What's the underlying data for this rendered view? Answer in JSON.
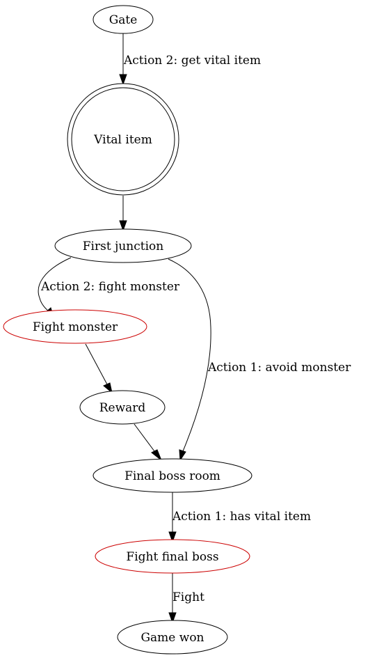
{
  "diagram": {
    "nodes": [
      {
        "id": "gate",
        "label": "Gate",
        "shape": "ellipse",
        "border_color": "#000000"
      },
      {
        "id": "vital",
        "label": "Vital item",
        "shape": "double-circle",
        "border_color": "#000000"
      },
      {
        "id": "junction",
        "label": "First junction",
        "shape": "ellipse",
        "border_color": "#000000"
      },
      {
        "id": "fight_monster",
        "label": "Fight monster",
        "shape": "ellipse",
        "border_color": "#cc0000"
      },
      {
        "id": "reward",
        "label": "Reward",
        "shape": "ellipse",
        "border_color": "#000000"
      },
      {
        "id": "boss_room",
        "label": "Final boss room",
        "shape": "ellipse",
        "border_color": "#000000"
      },
      {
        "id": "fight_boss",
        "label": "Fight final boss",
        "shape": "ellipse",
        "border_color": "#cc0000"
      },
      {
        "id": "won",
        "label": "Game won",
        "shape": "ellipse",
        "border_color": "#000000"
      }
    ],
    "edges": [
      {
        "from": "gate",
        "to": "vital",
        "label": "Action 2: get vital item"
      },
      {
        "from": "vital",
        "to": "junction",
        "label": ""
      },
      {
        "from": "junction",
        "to": "fight_monster",
        "label": "Action 2: fight monster"
      },
      {
        "from": "junction",
        "to": "boss_room",
        "label": "Action 1: avoid monster"
      },
      {
        "from": "fight_monster",
        "to": "reward",
        "label": ""
      },
      {
        "from": "reward",
        "to": "boss_room",
        "label": ""
      },
      {
        "from": "boss_room",
        "to": "fight_boss",
        "label": "Action 1: has vital item"
      },
      {
        "from": "fight_boss",
        "to": "won",
        "label": "Fight"
      }
    ]
  }
}
